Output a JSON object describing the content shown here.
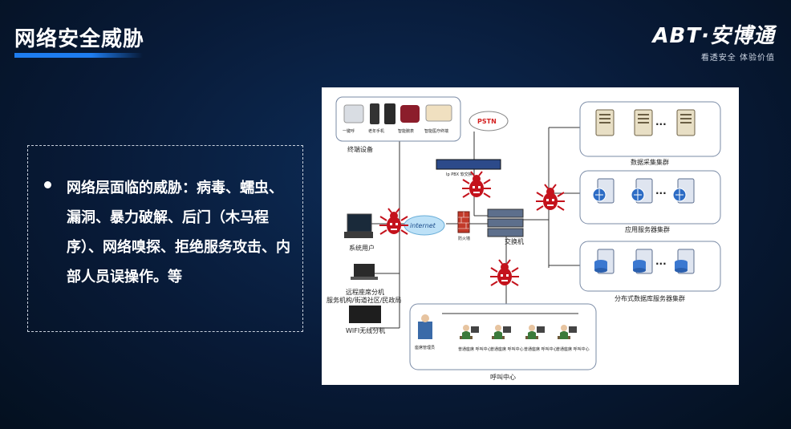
{
  "header": {
    "title": "网络安全威胁"
  },
  "logo": {
    "text": "ABT·安博通",
    "tagline": "看透安全 体验价值"
  },
  "bullet": {
    "text": "网络层面临的威胁：病毒、蠕虫、漏洞、暴力破解、后门（木马程序）、网络嗅探、拒绝服务攻击、内部人员误操作。等"
  },
  "diagram": {
    "labels": {
      "terminal": "终端设备",
      "one_key": "一键呼",
      "elder_phone": "老年手机",
      "smart_watch": "智能腕表",
      "medical": "智能医疗终端",
      "pstn": "PSTN",
      "ip_switch": "Ip PBX 软交换",
      "internet": "internet",
      "firewall": "防火墙",
      "switch": "交换机",
      "system_user": "系统用户",
      "remote_agent": "远程座席分机",
      "service_org": "服务机构/街道社区/民政局",
      "wifi": "WIFI无线分机",
      "data_cluster": "数据采集集群",
      "app_cluster": "应用服务器集群",
      "db_cluster": "分布式数据库服务器集群",
      "call_center": "呼叫中心",
      "admin": "座席管理员",
      "agent": "普通座席\n呼叫中心",
      "ellipsis": "···"
    },
    "colors": {
      "virus": "#c4121c",
      "line": "#333333",
      "box": "#7a8ba6"
    }
  }
}
